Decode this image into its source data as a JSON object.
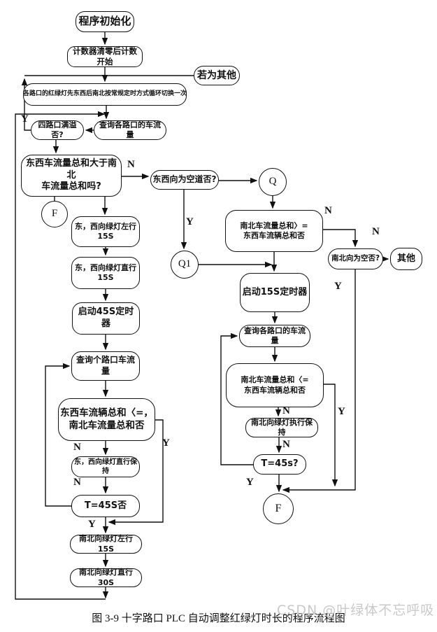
{
  "figure": {
    "caption": "图 3-9  十字路口 PLC 自动调整红绿灯时长的程序流程图",
    "watermark": "CSDN @叶绿体不忘呼吸"
  },
  "colors": {
    "line": "#111111",
    "watermark": "#c9c9c9"
  },
  "nodes": {
    "init": {
      "label": "程序初始化"
    },
    "counter": {
      "label": "计数器清零后计数开始"
    },
    "if_other": {
      "label": "若为其他"
    },
    "cycle": {
      "label": "各路口的红绿灯先东西后南北按常规定时方式循环切换一次"
    },
    "overflow": {
      "label": "四路口满溢否?"
    },
    "query_all_top": {
      "label": "查询各路口的车流量"
    },
    "ew_gt_ns": {
      "label": "东西车流量总和大于南北\n车流量总和吗?"
    },
    "f_left": {
      "label": "F"
    },
    "ew_left15": {
      "label": "东，西向绿灯左行15S"
    },
    "ew_straight15": {
      "label": "东，西向绿灯直行15S"
    },
    "start45": {
      "label": "启动45S定时器"
    },
    "query_each": {
      "label": "查询个路口车流量"
    },
    "ew_le_ns": {
      "label": "东西车流辆总和〈=，\n南北车流量总和否"
    },
    "ew_hold": {
      "label": "东，西向绿灯直行保持"
    },
    "t45_left": {
      "label": "T=45S否"
    },
    "ns_left15": {
      "label": "南北向绿灯左行15S"
    },
    "ns_straight30": {
      "label": "南北向绿灯直行30S"
    },
    "ew_empty": {
      "label": "东西向为空道否?"
    },
    "q": {
      "label": "Q"
    },
    "q1": {
      "label": "Q1"
    },
    "ns_ge_ew": {
      "label": "南北车流量总和〉=\n东西车流辆总和否"
    },
    "ns_empty": {
      "label": "南北向为空否?"
    },
    "other": {
      "label": "其他"
    },
    "start15": {
      "label": "启动15S定时器"
    },
    "query_all_right": {
      "label": "查询各路口的车流量"
    },
    "ns_le_ew": {
      "label": "南北车流量总和〈=\n东西车流辆总和否"
    },
    "ns_hold": {
      "label": "南北向绿灯执行保持"
    },
    "t45_right": {
      "label": "T=45s?"
    },
    "f_right": {
      "label": "F"
    }
  },
  "labels": {
    "overflow_y": "Y",
    "ewgt_n": "N",
    "ewempty_y": "Y",
    "nsge_n": "N",
    "nsempty_n": "N",
    "nsempty_y": "Y",
    "nsle_n": "N",
    "nshold_n": "N",
    "t45r_y": "Y",
    "nsle_y": "Y",
    "ewle_n": "N",
    "ewhold_n": "N",
    "t45l_y": "Y",
    "ewle_y": "Y"
  }
}
